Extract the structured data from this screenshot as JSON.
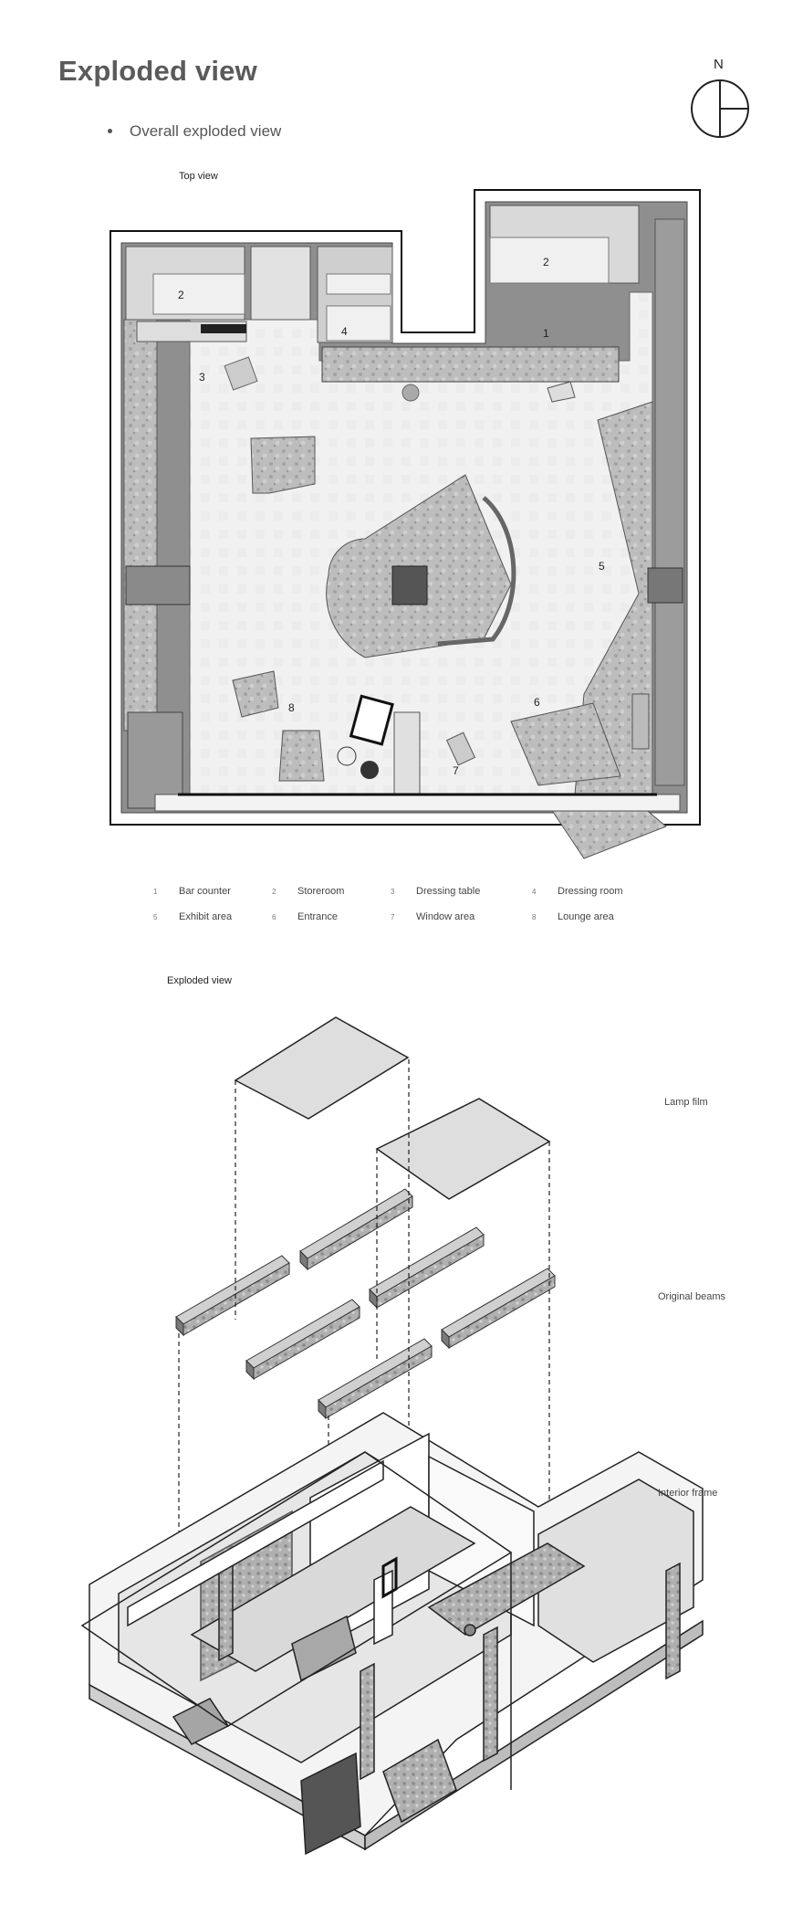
{
  "page": {
    "title": "Exploded view",
    "subtitle": "Overall exploded view",
    "compass_label": "N"
  },
  "top_view": {
    "label": "Top view",
    "zone_numbers": [
      "1",
      "2",
      "2",
      "3",
      "4",
      "5",
      "6",
      "7",
      "8"
    ]
  },
  "legend": [
    {
      "num": "1",
      "label": "Bar counter"
    },
    {
      "num": "2",
      "label": "Storeroom"
    },
    {
      "num": "3",
      "label": "Dressing table"
    },
    {
      "num": "4",
      "label": "Dressing room"
    },
    {
      "num": "5",
      "label": "Exhibit area"
    },
    {
      "num": "6",
      "label": "Entrance"
    },
    {
      "num": "7",
      "label": "Window area"
    },
    {
      "num": "8",
      "label": "Lounge area"
    }
  ],
  "exploded_view": {
    "label": "Exploded view",
    "layers": [
      "Lamp film",
      "Original beams",
      "Interior frame"
    ]
  },
  "colors": {
    "wall": "#9a9a9a",
    "floor": "#eeeeee",
    "concrete": "#b5b5b5",
    "line": "#1a1a1a"
  }
}
